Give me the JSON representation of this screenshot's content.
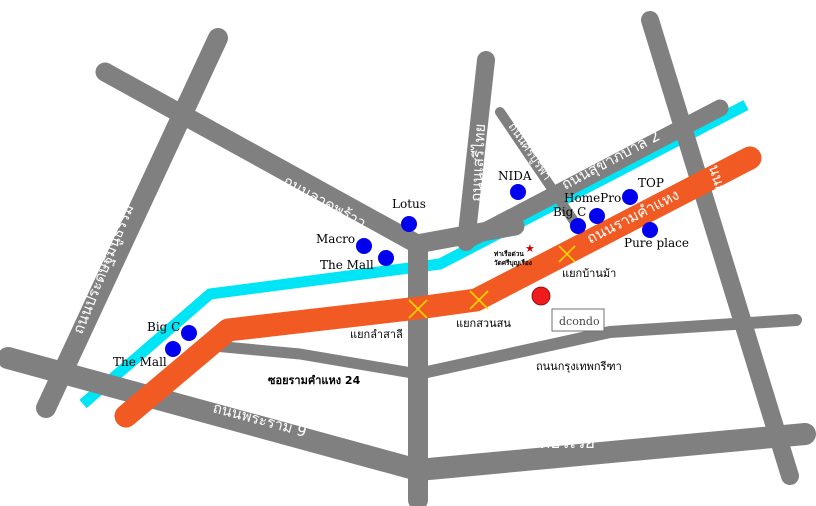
{
  "roads": {
    "rama9": "ถนนพระราม 9",
    "prasert": "ถนนประดิษฐ์มนูธรรม",
    "ladprao": "ถนนลาดพร้าว",
    "sukhaphiban2": "ถนนสุขาภิบาล 2",
    "ramkhamhaeng": "ถนนรามคำแหง",
    "serithai": "ถนนเสรีไทย",
    "sriburapha": "ถนนศรีบูรพา",
    "right_vertical": "ถนนกาญจนาภิเษก",
    "krungthep_kreetha": "ถนนกรุงเทพกรีฑา",
    "soi24": "ซอยรามคำแหง 24",
    "motorway": "มอเตอร์เวย์"
  },
  "places": {
    "lotus": "Lotus",
    "macro": "Macro",
    "the_mall_top": "The Mall",
    "the_mall_left": "The Mall",
    "big_c_left": "Big C",
    "big_c_right": "Big C",
    "nida": "NIDA",
    "homepro": "HomePro",
    "top": "TOP",
    "pure_place": "Pure place",
    "pier": "ท่าเรือด่วน",
    "temple": "วัดศรีบุญเรือง"
  },
  "junctions": {
    "lamsali": "แยกลำสาลี",
    "suansone": "แยกสวนสน",
    "banma": "แยกบ้านม้า"
  },
  "logo": {
    "text": "dcondo"
  },
  "colors": {
    "road": "#808080",
    "ramkhamhaeng": "#f15a22",
    "canal": "#00e5f5",
    "marker": "#0000ee",
    "condo": "#ee1c1c",
    "junction": "#ffd400"
  }
}
